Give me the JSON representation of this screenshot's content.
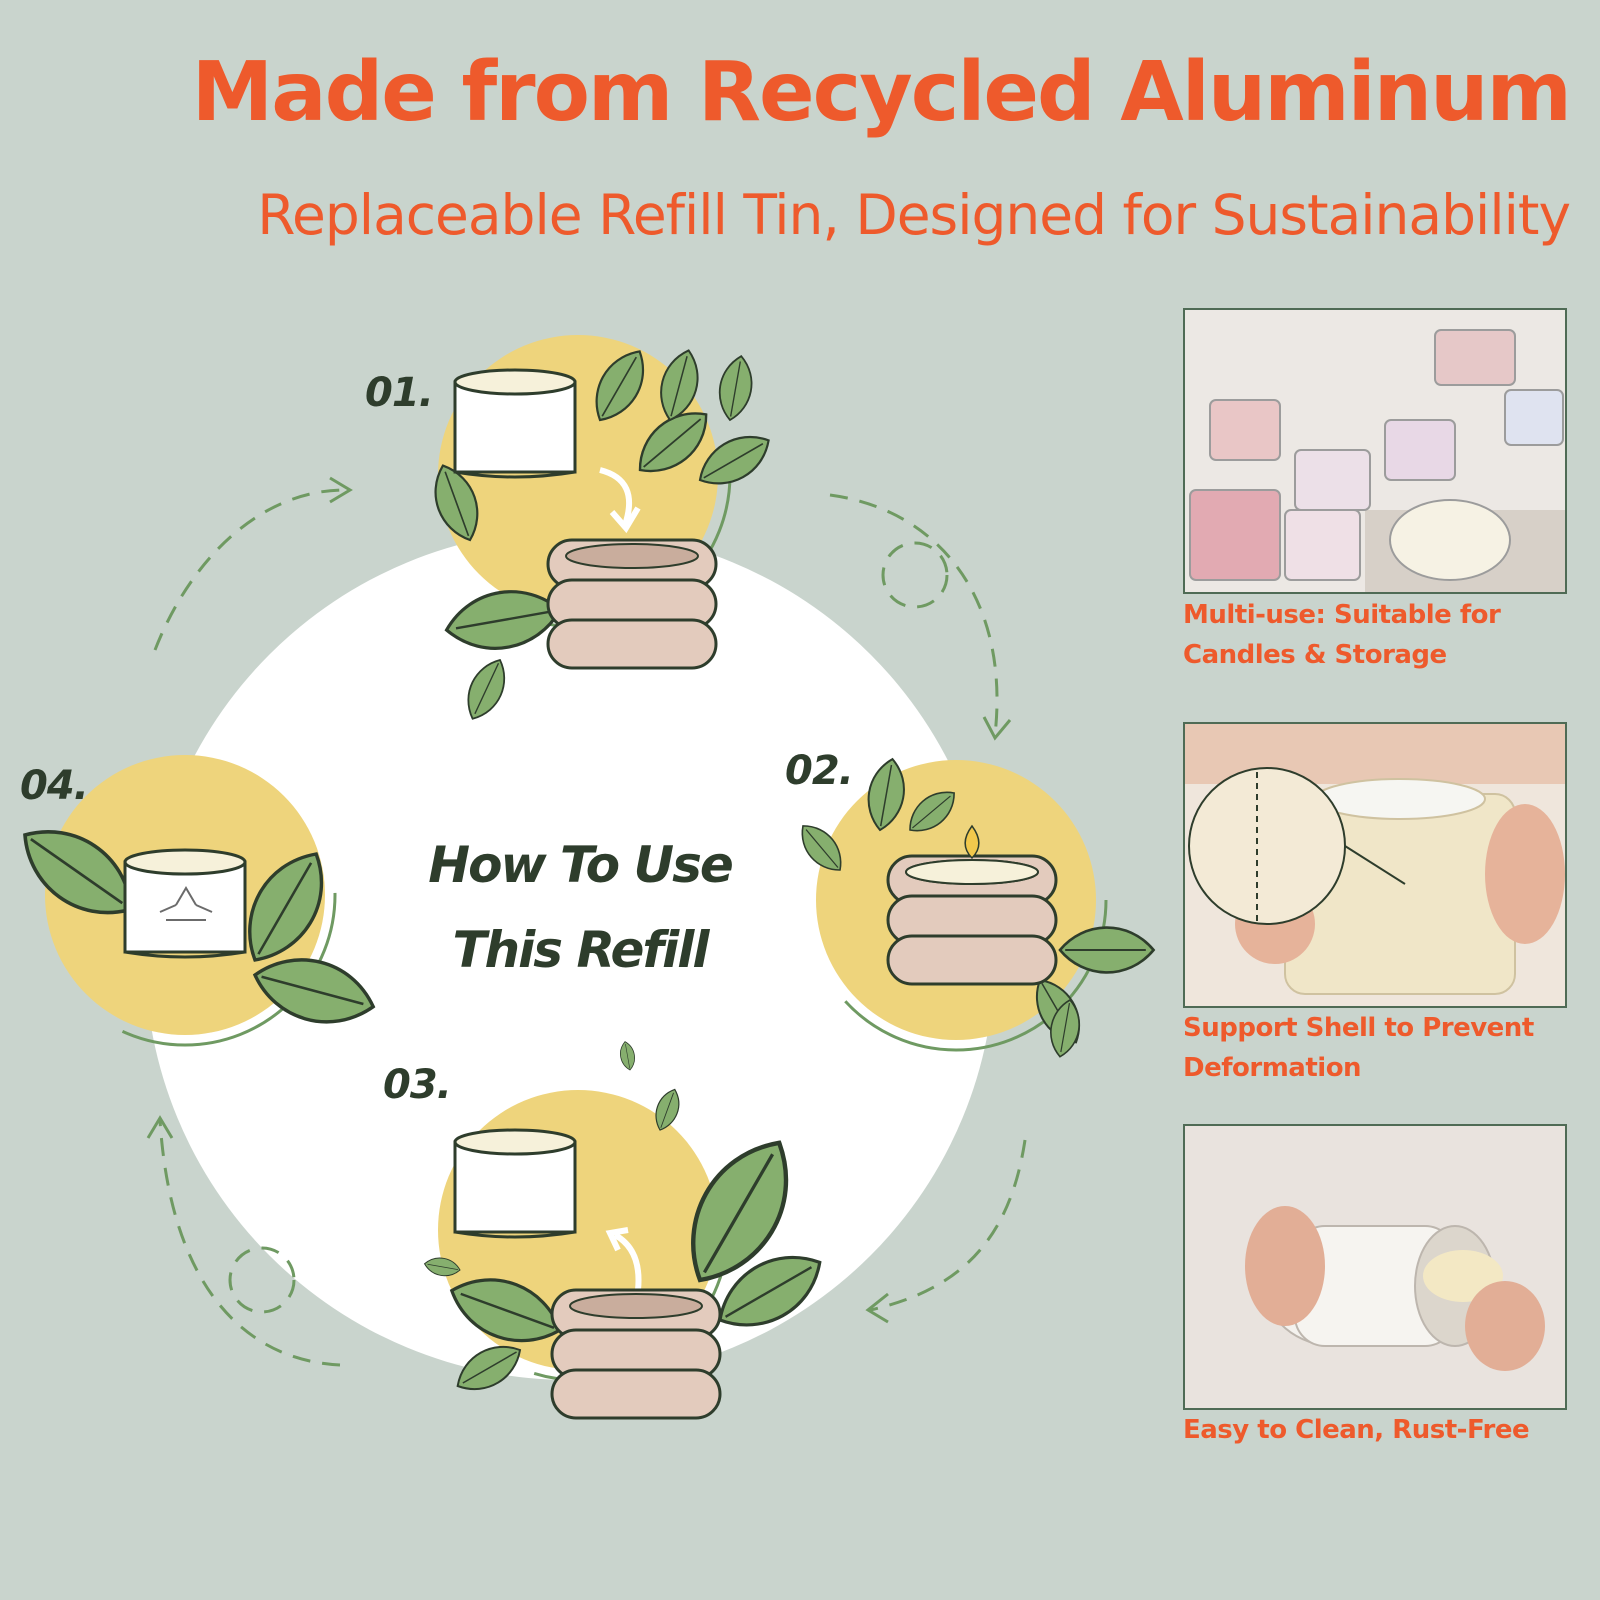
{
  "header": {
    "title": "Made from Recycled Aluminum",
    "subtitle": "Replaceable Refill Tin, Designed for Sustainability"
  },
  "center": {
    "line1": "How To Use",
    "line2": "This Refill"
  },
  "steps": [
    {
      "number": "01."
    },
    {
      "number": "02."
    },
    {
      "number": "03."
    },
    {
      "number": "04."
    }
  ],
  "features": [
    {
      "caption_line1": "Multi-use: Suitable for",
      "caption_line2": "Candles & Storage"
    },
    {
      "caption_line1": "Support Shell to Prevent",
      "caption_line2": "Deformation"
    },
    {
      "caption_line1": "Easy to Clean,  Rust-Free",
      "caption_line2": ""
    }
  ],
  "colors": {
    "background": "#c9d4cd",
    "accent": "#ee5a2c",
    "dark_green": "#2e3d2c",
    "yellow": "#eed47c",
    "leaf": "#86af6e",
    "holder": "#e3cbbd"
  },
  "icons": [
    "recycle-icon",
    "curved-arrow-icon",
    "dashed-arrow-icon",
    "candle-flame-icon",
    "leaf-icon"
  ]
}
